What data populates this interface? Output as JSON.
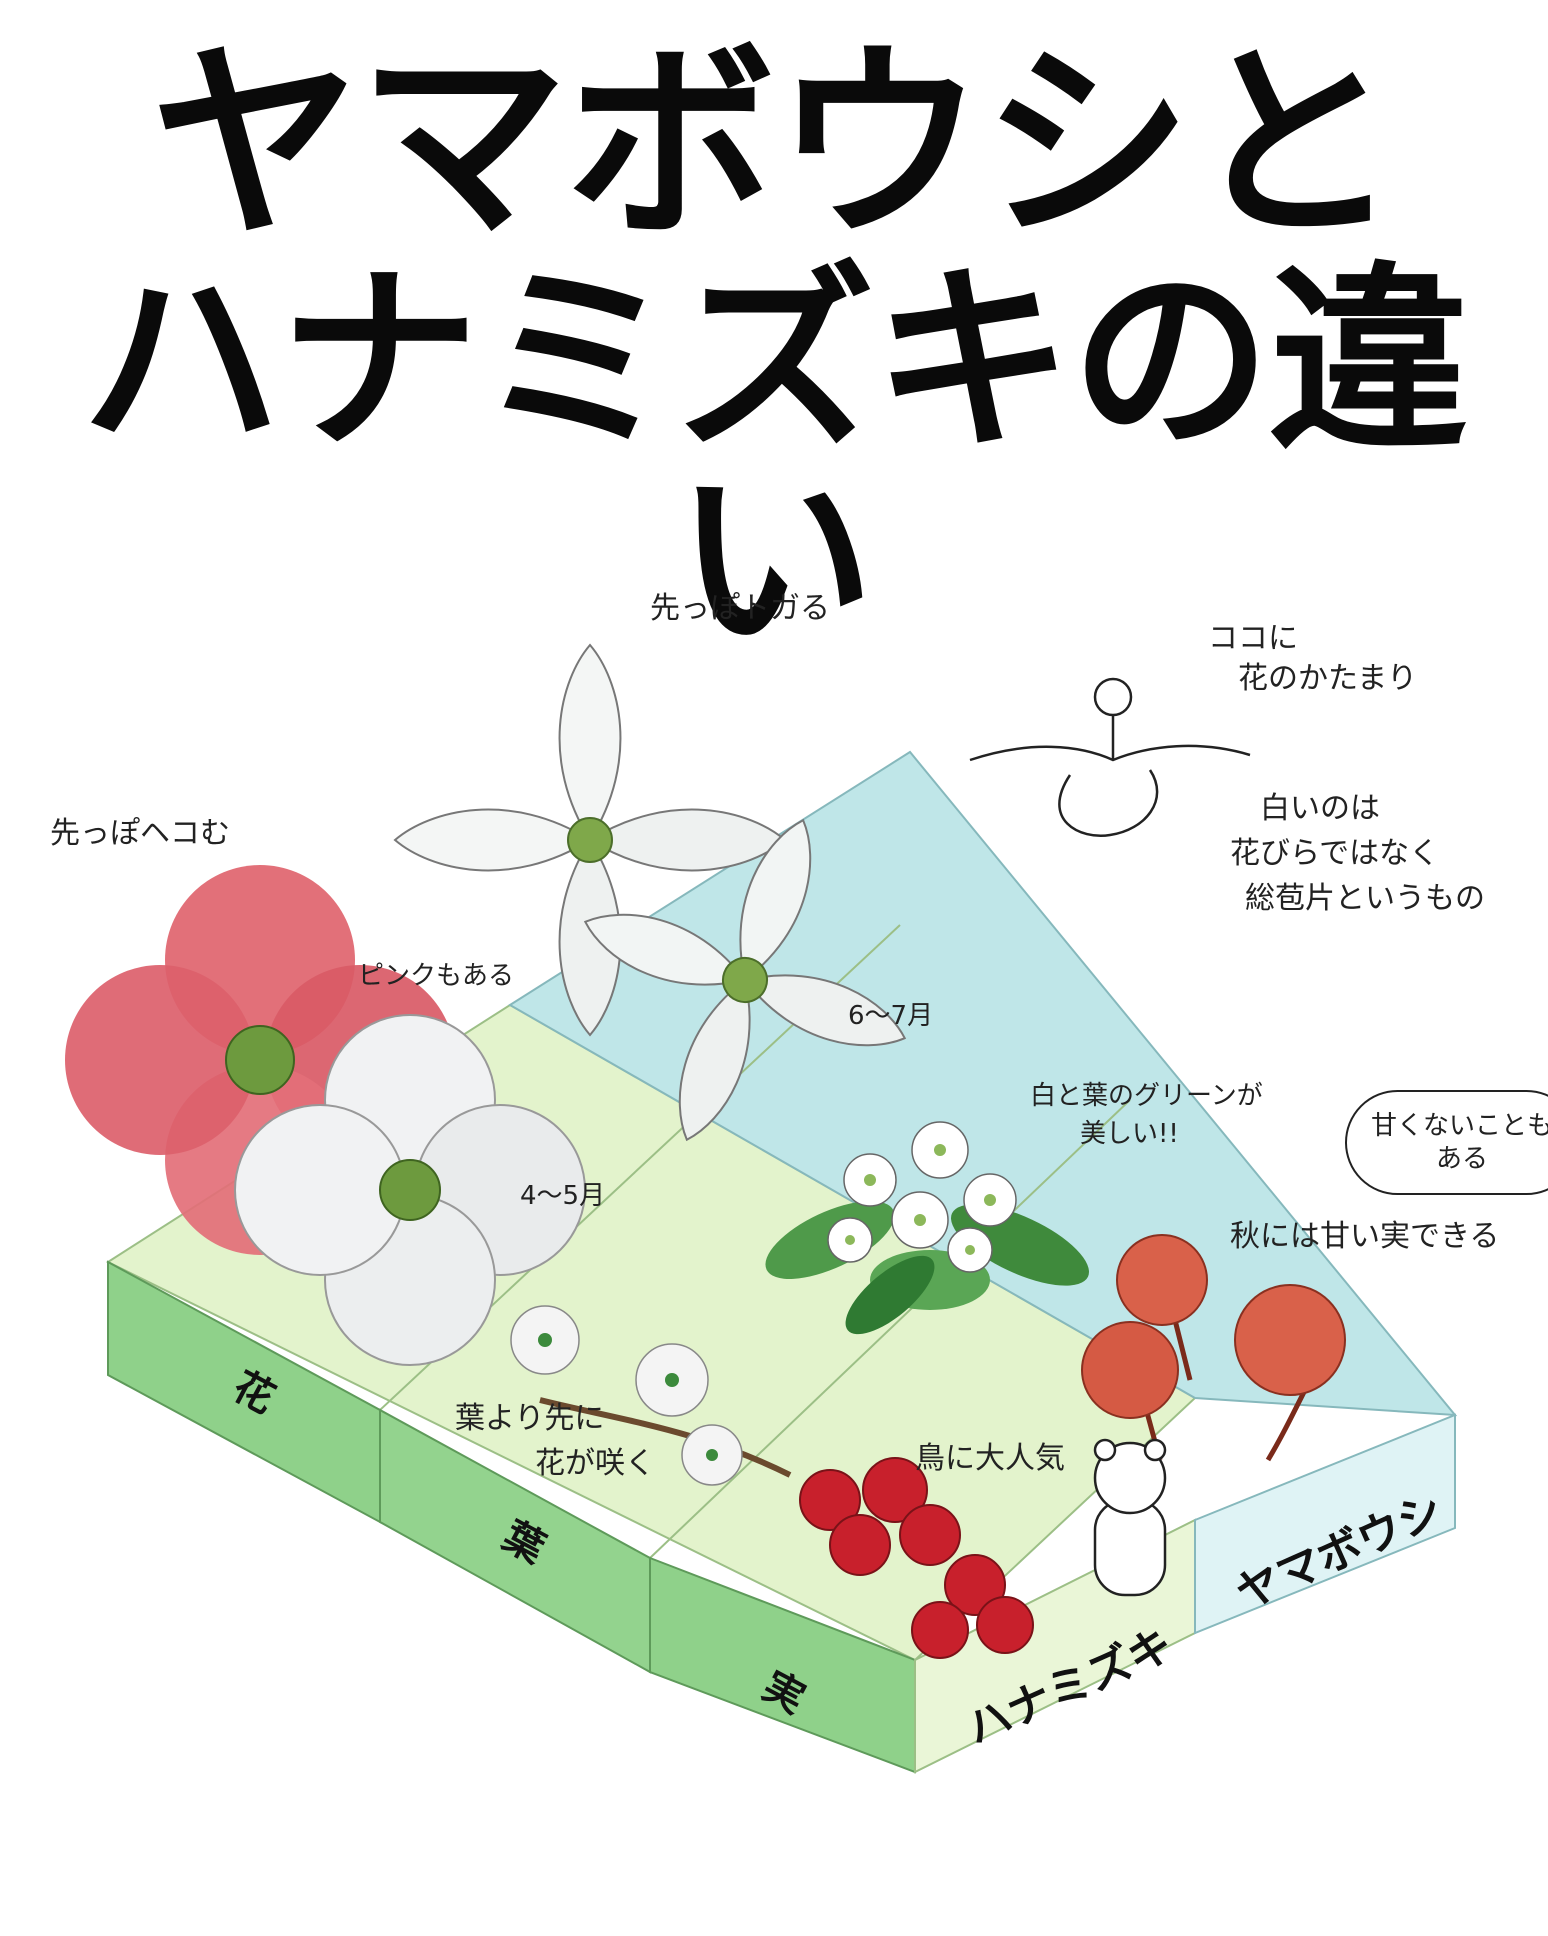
{
  "title": {
    "line1": "ヤマボウシと",
    "line2": "ハナミズキの違い"
  },
  "rows": {
    "flower": "花",
    "leaf": "葉",
    "fruit": "実"
  },
  "columns": {
    "hanamizuki": "ハナミズキ",
    "yamaboushi": "ヤマボウシ"
  },
  "notes": {
    "tip_pointed": "先っぽトガる",
    "tip_dented": "先っぽヘコむ",
    "pink_also": "ピンクもある",
    "months_yama": "6〜7月",
    "months_hana": "4〜5月",
    "flower_cluster_1": "ココに",
    "flower_cluster_2": "花のかたまり",
    "bract_1": "白いのは",
    "bract_2": "花びらではなく",
    "bract_3": "総苞片というもの",
    "green_white_1": "白と葉のグリーンが",
    "green_white_2": "美しい!!",
    "not_sweet_1": "甘くないことも",
    "not_sweet_2": "ある",
    "sweet_fruit": "秋には甘い実できる",
    "leaf_first_1": "葉より先に",
    "leaf_first_2": "花が咲く",
    "bird_popular": "鳥に大人気"
  },
  "colors": {
    "hanamizuki_top": "#e3f3cc",
    "hanamizuki_side": "#8fd18a",
    "yamaboushi_top": "#bfe6e8",
    "yamaboushi_side": "#dff3f5",
    "pink_flower": "#e0646e",
    "berry_red": "#c8202c",
    "yama_fruit": "#d9614a"
  }
}
